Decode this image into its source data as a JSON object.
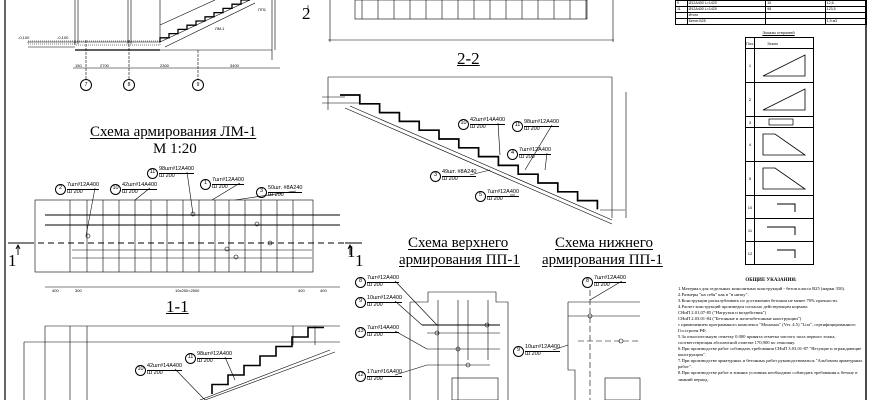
{
  "top_section": {
    "axes": [
      "7",
      "8",
      "9"
    ],
    "dims": [
      "150",
      "2700",
      "2300",
      "3400"
    ],
    "levels": [
      "-0,100",
      "-0,100"
    ],
    "mark": "ПП1",
    "mark2": "ЛМ-1"
  },
  "lm1": {
    "title": "Схема армирования ЛМ-1",
    "scale": "М 1:20",
    "section_left": "1",
    "section_right": "1",
    "dims": [
      "400",
      "300",
      "10х250=2500",
      "400",
      "400"
    ],
    "callouts": [
      {
        "num": "2",
        "line1": "7шт#12A400",
        "line2": "Ш 200"
      },
      {
        "num": "10",
        "line1": "42шт#14A400",
        "line2": "Ш 200"
      },
      {
        "num": "11",
        "line1": "98шт#12A400",
        "line2": "Ш 200"
      },
      {
        "num": "1",
        "line1": "7шт#12A400",
        "line2": "Ш 200"
      },
      {
        "num": "3",
        "line1": "50шт. #8A240",
        "line2": "Ш 200"
      }
    ]
  },
  "section_1_1": {
    "label": "1-1",
    "callouts": [
      {
        "num": "10",
        "line1": "42шт#14A400",
        "line2": "Ш 200"
      },
      {
        "num": "11",
        "line1": "98шт#12A400",
        "line2": "Ш 200"
      }
    ]
  },
  "section_2_2": {
    "label": "2-2",
    "section_mark": "2",
    "callouts": [
      {
        "num": "10",
        "line1": "42шт#14A400",
        "line2": "Ш 200"
      },
      {
        "num": "11",
        "line1": "98шт#12A400",
        "line2": "Ш 200"
      },
      {
        "num": "4",
        "line1": "7шт#12A400",
        "line2": "Ш 200"
      },
      {
        "num": "3",
        "line1": "49шт. #8A240",
        "line2": "Ш 200"
      },
      {
        "num": "5",
        "line1": "7шт#12A400",
        "line2": "Ш 200"
      }
    ]
  },
  "pp1_top": {
    "title_line1": "Схема верхнего",
    "title_line2": "армирования ПП-1",
    "section_mark": "1",
    "callouts": [
      {
        "num": "8",
        "line1": "7шт#12A400",
        "line2": "Ш 200"
      },
      {
        "num": "9",
        "line1": "10шт#12A400",
        "line2": "Ш 200"
      },
      {
        "num": "13",
        "line1": "7шт#14A400",
        "line2": "Ш 200"
      },
      {
        "num": "12",
        "line1": "17шт#16A400",
        "line2": "Ш 200"
      }
    ]
  },
  "pp1_bottom": {
    "title_line1": "Схема нижнего",
    "title_line2": "армирования ПП-1",
    "callouts": [
      {
        "num": "8",
        "line1": "7шт#12A400",
        "line2": "Ш 200"
      },
      {
        "num": "9",
        "line1": "10шт#12A400",
        "line2": "Ш 200"
      }
    ]
  },
  "spec_table": {
    "rows": [
      [
        "9",
        "Ø12A400 L=1420",
        "10",
        "12,6"
      ],
      [
        "11",
        "Ø12A400 L=1420",
        "98",
        "123,5"
      ],
      [
        "",
        "Итого",
        "",
        ""
      ],
      [
        "",
        "Бетон B25",
        "",
        "1,9 м3"
      ]
    ]
  },
  "bending_schedule": {
    "title": "Эскизы стержней",
    "col_pos": "Поз.",
    "col_sketch": "Эскиз",
    "positions": [
      "1",
      "2",
      "3",
      "4",
      "5",
      "10",
      "11",
      "12"
    ]
  },
  "notes": {
    "heading": "ОБЩИЕ УКАЗАНИЯ:",
    "items": [
      "1.Материал для отдельных монолитных конструкций - бетон класса B25 (марки 350).",
      "2.Размеры \"на себя\" как в \"в низку\".",
      "3.Конструкции распалубливать по достижении бетоном не менее 70% прочности.",
      "4.Расчет конструкций произведен согласно действующим нормам:",
      "СНиП 2.01.07-85 (\"Нагрузки и воздействия\")",
      "СНиП 2.03.01-84 (\"Бетонные и железобетонные конструкции\")",
      "с применением программного комплекса \"Мономах\" (Ver. 4.5) \"Lira\", сертифицированного Госстроем РФ.",
      "5.За относительную отметку 0.000 принята отметка чистого пола первого этажа, соответствующая абсолютной отметке 170,900 по генплану.",
      "6.При производстве работ соблюдать требования СНиП 3.03.01-87 \"Несущие и ограждающие конструкции\".",
      "7.При производстве арматурных и бетонных работ руководствоваться \"Альбомом арматурных работ\".",
      "8.При производстве работ в зимних условиях необходимо соблюдать требования к бетону в зимний период."
    ]
  }
}
